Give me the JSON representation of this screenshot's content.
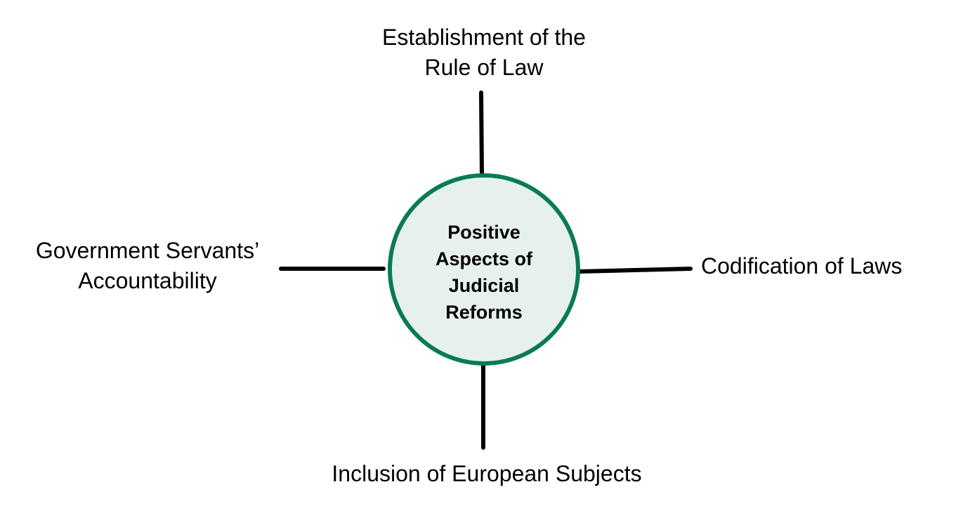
{
  "center": {
    "lines": [
      "Positive",
      "Aspects of",
      "Judicial",
      "Reforms"
    ],
    "fill_color": "#e6f1ee",
    "stroke_color": "#0a7a55"
  },
  "connector_color": "#000000",
  "branches": {
    "top": {
      "lines": [
        "Establishment of the",
        "Rule of Law"
      ]
    },
    "left": {
      "lines": [
        "Government Servants’",
        "Accountability"
      ]
    },
    "right": {
      "lines": [
        "Codification of Laws"
      ]
    },
    "bottom": {
      "lines": [
        "Inclusion of European Subjects"
      ]
    }
  }
}
